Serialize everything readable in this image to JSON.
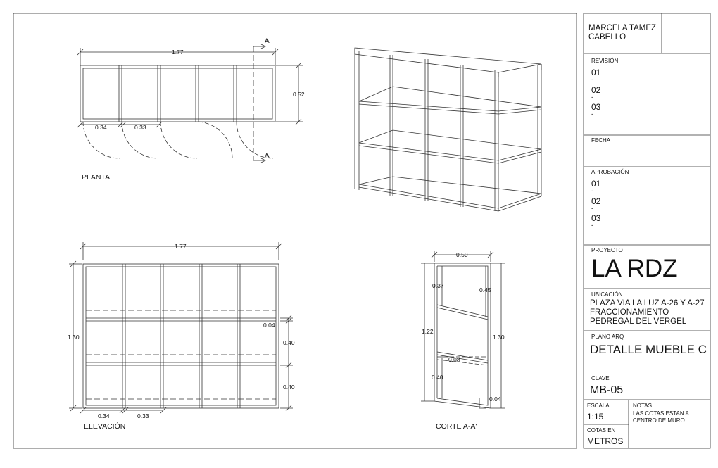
{
  "drawing": {
    "planta": {
      "title": "PLANTA",
      "dim_length": "1.77",
      "dim_depth": "0.52",
      "dim_module_a": "0.34",
      "dim_module_b": "0.33",
      "section_mark_top": "A",
      "section_mark_bottom": "A'"
    },
    "elevacion": {
      "title": "ELEVACIÓN",
      "dim_length": "1.77",
      "dim_height": "1.30",
      "dim_shelf_thickness": "0.04",
      "dim_gap_upper": "0.40",
      "dim_gap_lower": "0.40",
      "dim_module_a": "0.34",
      "dim_module_b": "0.33"
    },
    "corte": {
      "title": "CORTE A-A'",
      "dim_width": "0.50",
      "dim_top_left": "0.37",
      "dim_top_right": "0.45",
      "dim_height_left": "1.22",
      "dim_height_right": "1.30",
      "dim_shelf": "0.08",
      "dim_lower": "0.40",
      "dim_base": "0.04"
    }
  },
  "title_block": {
    "author_line1": "MARCELA TAMEZ",
    "author_line2": "CABELLO",
    "revision_label": "REVISIÓN",
    "revisions": [
      "01",
      "02",
      "03"
    ],
    "dash": "-",
    "fecha_label": "FECHA",
    "aprobacion_label": "APROBACIÓN",
    "aprobaciones": [
      "01",
      "02",
      "03"
    ],
    "proyecto_label": "PROYECTO",
    "proyecto_value": "LA RDZ",
    "ubicacion_label": "UBICACIÓN",
    "ubicacion_line1": "PLAZA VIA LA LUZ A-26 Y A-27",
    "ubicacion_line2": "FRACCIONAMIENTO",
    "ubicacion_line3": "PEDREGAL DEL VERGEL",
    "plano_label": "PLANO ARQ",
    "plano_value": "DETALLE MUEBLE C",
    "clave_label": "CLAVE",
    "clave_value": "MB-05",
    "escala_label": "ESCALA",
    "escala_value": "1:15",
    "notas_label": "NOTAS",
    "notas_line1": "LAS COTAS ESTAN A",
    "notas_line2": "CENTRO DE MURO",
    "cotas_label": "COTAS EN",
    "cotas_value": "METROS"
  }
}
